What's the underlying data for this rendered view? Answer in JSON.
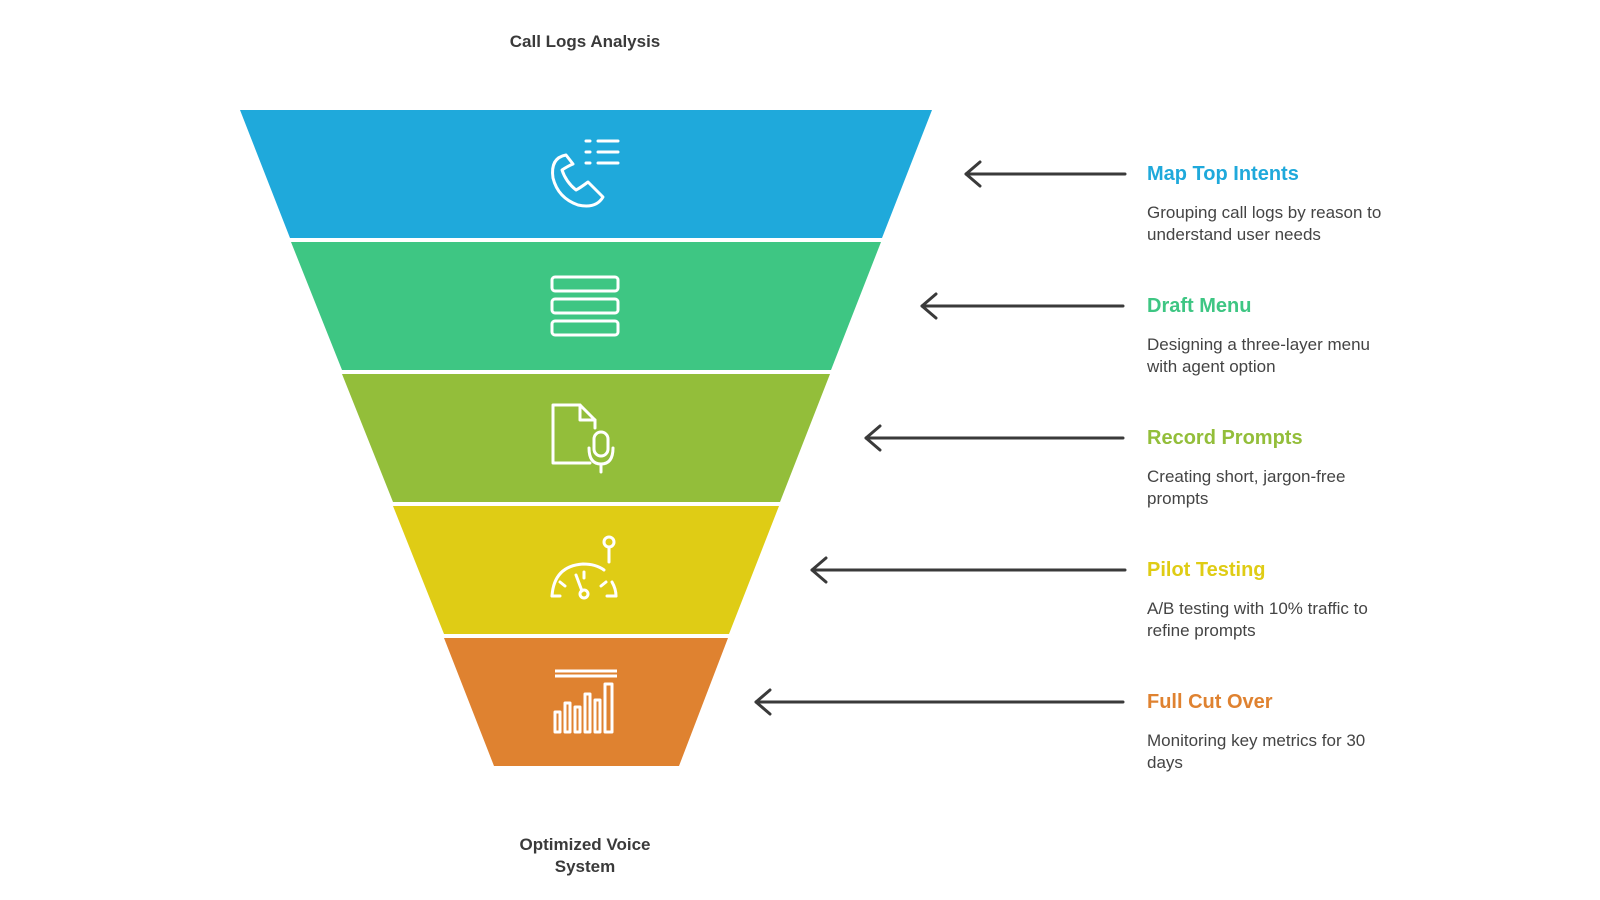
{
  "top_label": "Call Logs Analysis",
  "bottom_label": {
    "line1": "Optimized Voice",
    "line2": "System"
  },
  "stages": [
    {
      "title": "Map Top Intents",
      "description_line1": "Grouping call logs by reason to",
      "description_line2": "understand user needs",
      "color": "#1fa9db",
      "icon": "phone-list-icon"
    },
    {
      "title": "Draft Menu",
      "description_line1": "Designing a three-layer menu",
      "description_line2": "with agent option",
      "color": "#3ec683",
      "icon": "stacked-layers-icon"
    },
    {
      "title": "Record Prompts",
      "description_line1": "Creating short, jargon-free",
      "description_line2": "prompts",
      "color": "#93be3a",
      "icon": "document-microphone-icon"
    },
    {
      "title": "Pilot Testing",
      "description_line1": "A/B testing with 10% traffic to",
      "description_line2": "refine prompts",
      "color": "#dfcc15",
      "icon": "gauge-pin-icon"
    },
    {
      "title": "Full Cut Over",
      "description_line1": "Monitoring key metrics for 30",
      "description_line2": "days",
      "color": "#df8230",
      "icon": "bar-chart-icon"
    }
  ],
  "colors": {
    "arrow": "#3a3a3a",
    "text": "#444444"
  }
}
